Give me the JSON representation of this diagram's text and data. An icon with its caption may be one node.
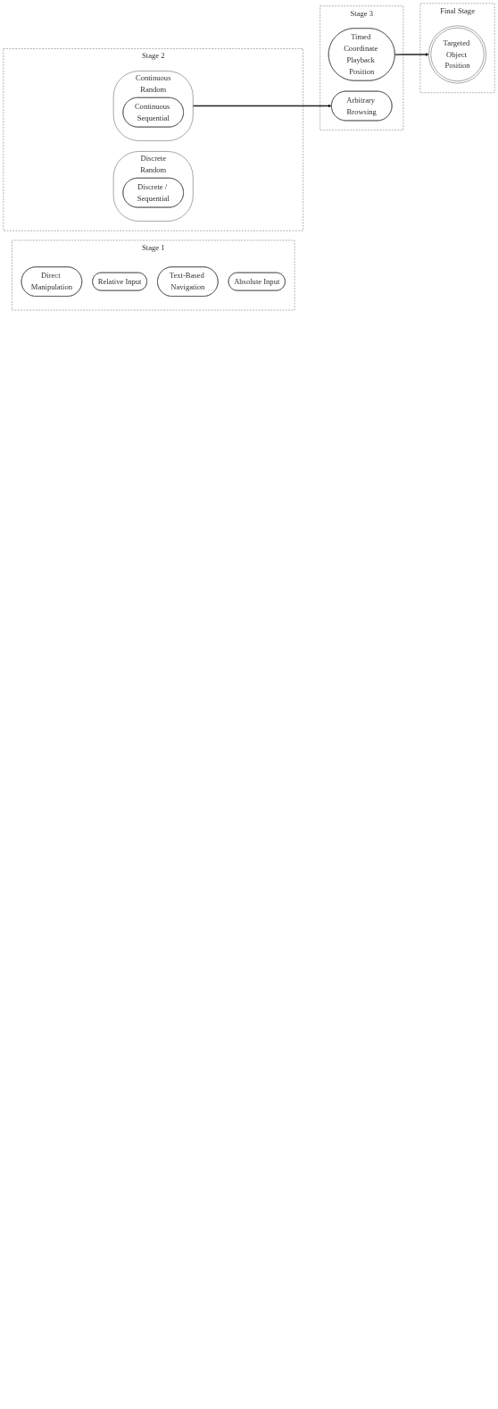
{
  "diagram": {
    "nodes": [
      {
        "text": [
          "Stage 1"
        ]
      },
      {
        "text": [
          "Direct Manipulation"
        ],
        "in": 0
      },
      {
        "text": [
          "Relative Input"
        ],
        "in": 0
      },
      {
        "text": [
          "Text-Based Navigation"
        ],
        "in": 0
      },
      {
        "text": [
          "Absolute Input"
        ],
        "in": 0
      },
      {
        "text": [
          "Stage 2"
        ]
      },
      {
        "text": [
          "Discrete",
          "Random"
        ],
        "in": 5
      },
      {
        "text": [
          "Discrete / Sequential"
        ],
        "in": 6
      },
      {
        "text": [
          "Continuous",
          "Random"
        ],
        "in": 5
      },
      {
        "text": [
          "Continuous Sequential"
        ],
        "in": 8
      },
      {
        "text": [
          "Stage 3"
        ]
      },
      {
        "text": [
          "Timed Coordinate Playback Position"
        ],
        "in": 10
      },
      {
        "text": [
          "Arbitrary Browsing"
        ],
        "in": 10
      },
      {
        "text": [
          "Final Stage"
        ]
      },
      {
        "text": [
          "Targeted Object Position"
        ],
        "in": 13
      }
    ],
    "edges": [
      {
        "from": 8,
        "to": 12,
        "arrow": "to"
      },
      {
        "from": 11,
        "to": 14,
        "arrow": "to"
      }
    ]
  }
}
